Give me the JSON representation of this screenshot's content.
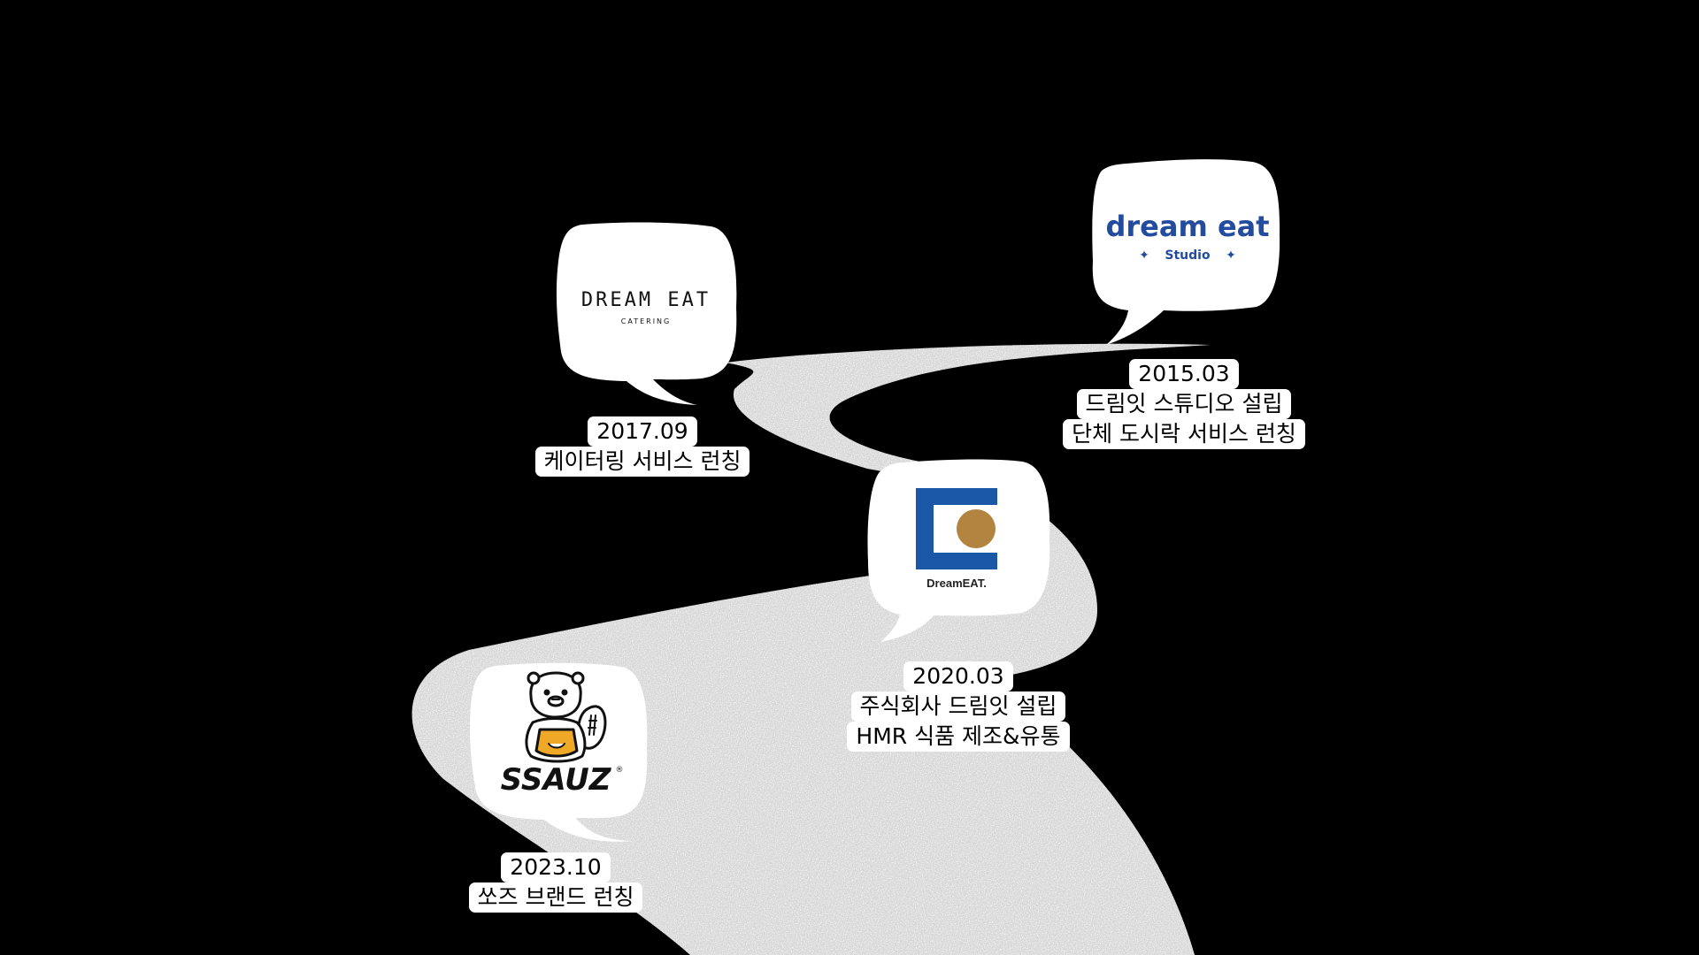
{
  "colors": {
    "background": "#000000",
    "road": "#d6d6d6",
    "bubble": "#ffffff",
    "dreameat_blue": "#1a57a7",
    "dreameat_gold": "#b3843f",
    "studio_blue": "#234b9e",
    "ssauz_orange": "#f0a926"
  },
  "logos": {
    "catering": {
      "wordmark": "DREAM EAT",
      "sub": "CATERING"
    },
    "studio": {
      "wordmark": "dream eat",
      "sub": "Studio"
    },
    "corporate": {
      "wordmark": "DreamEAT."
    },
    "ssauz": {
      "wordmark": "SSAUZ",
      "mark": "®"
    }
  },
  "milestones": [
    {
      "date": "2015.03",
      "lines": [
        "드림잇 스튜디오 설립",
        "단체 도시락 서비스 런칭"
      ]
    },
    {
      "date": "2017.09",
      "lines": [
        "케이터링 서비스 런칭"
      ]
    },
    {
      "date": "2020.03",
      "lines": [
        "주식회사 드림잇 설립",
        "HMR 식품 제조&유통"
      ]
    },
    {
      "date": "2023.10",
      "lines": [
        "쏘즈 브랜드 런칭"
      ]
    }
  ]
}
